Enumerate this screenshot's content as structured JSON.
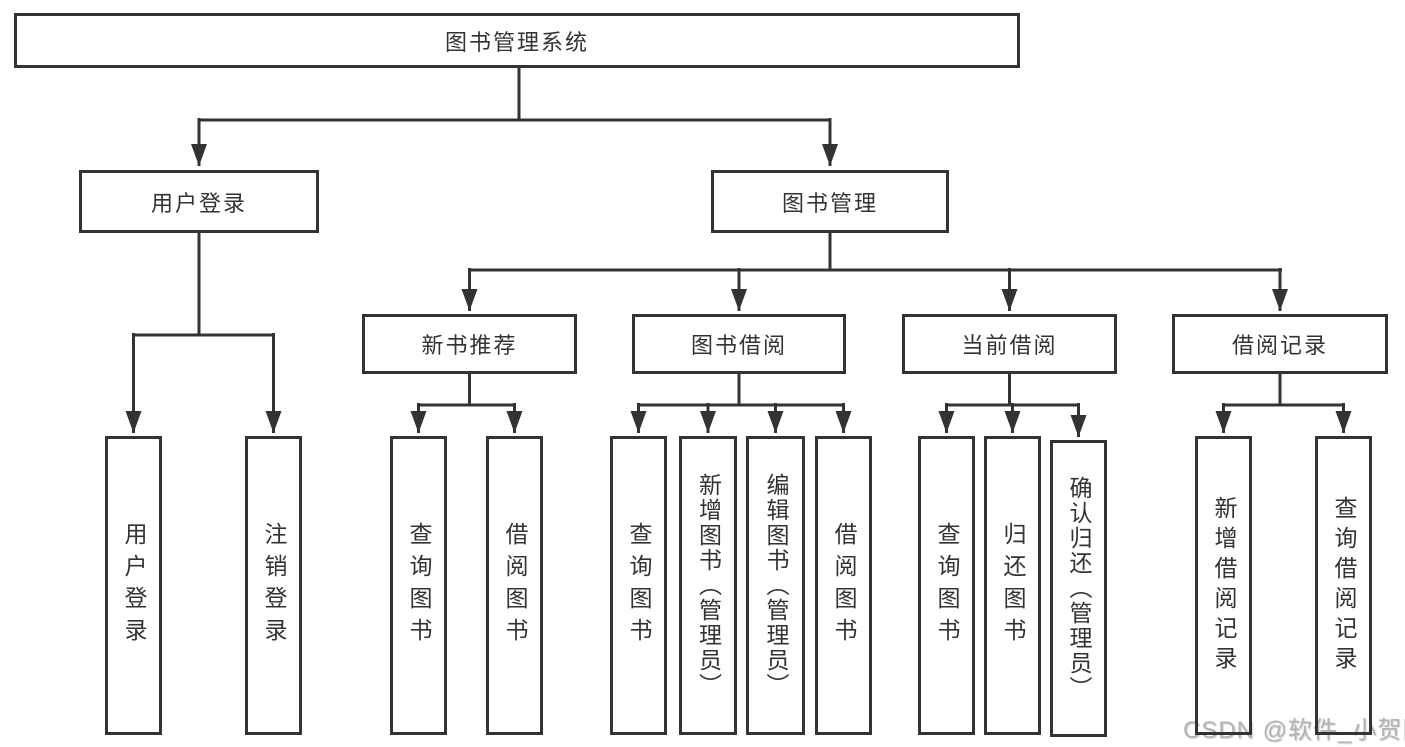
{
  "diagram": {
    "title": "图书管理系统",
    "colors": {
      "line": "#333333",
      "box_border": "#333333",
      "text": "#333333",
      "background": "#ffffff",
      "watermark": "#b3b3b3"
    },
    "nodes": {
      "root": {
        "label": "图书管理系统"
      },
      "user_login": {
        "label": "用户登录"
      },
      "book_management": {
        "label": "图书管理"
      },
      "new_book_recommendation": {
        "label": "新书推荐"
      },
      "book_borrowing": {
        "label": "图书借阅"
      },
      "current_borrowing": {
        "label": "当前借阅"
      },
      "borrowing_records": {
        "label": "借阅记录"
      },
      "leaf_user_login": {
        "label": "用户登录"
      },
      "leaf_logout": {
        "label": "注销登录"
      },
      "leaf_recommend_query_books": {
        "label": "查询图书"
      },
      "leaf_recommend_borrow_books": {
        "label": "借阅图书"
      },
      "leaf_borrowing_query_books": {
        "label": "查询图书"
      },
      "leaf_borrowing_add_books": {
        "label": "新增图书（管理员）"
      },
      "leaf_borrowing_edit_books": {
        "label": "编辑图书（管理员）"
      },
      "leaf_borrowing_borrow_books": {
        "label": "借阅图书"
      },
      "leaf_current_query_books": {
        "label": "查询图书"
      },
      "leaf_current_return_books": {
        "label": "归还图书"
      },
      "leaf_current_confirm_return": {
        "label": "确认归还（管理员）"
      },
      "leaf_records_add_record": {
        "label": "新增借阅记录"
      },
      "leaf_records_query_record": {
        "label": "查询借阅记录"
      }
    },
    "watermark": "CSDN @软件_小贺同学"
  }
}
